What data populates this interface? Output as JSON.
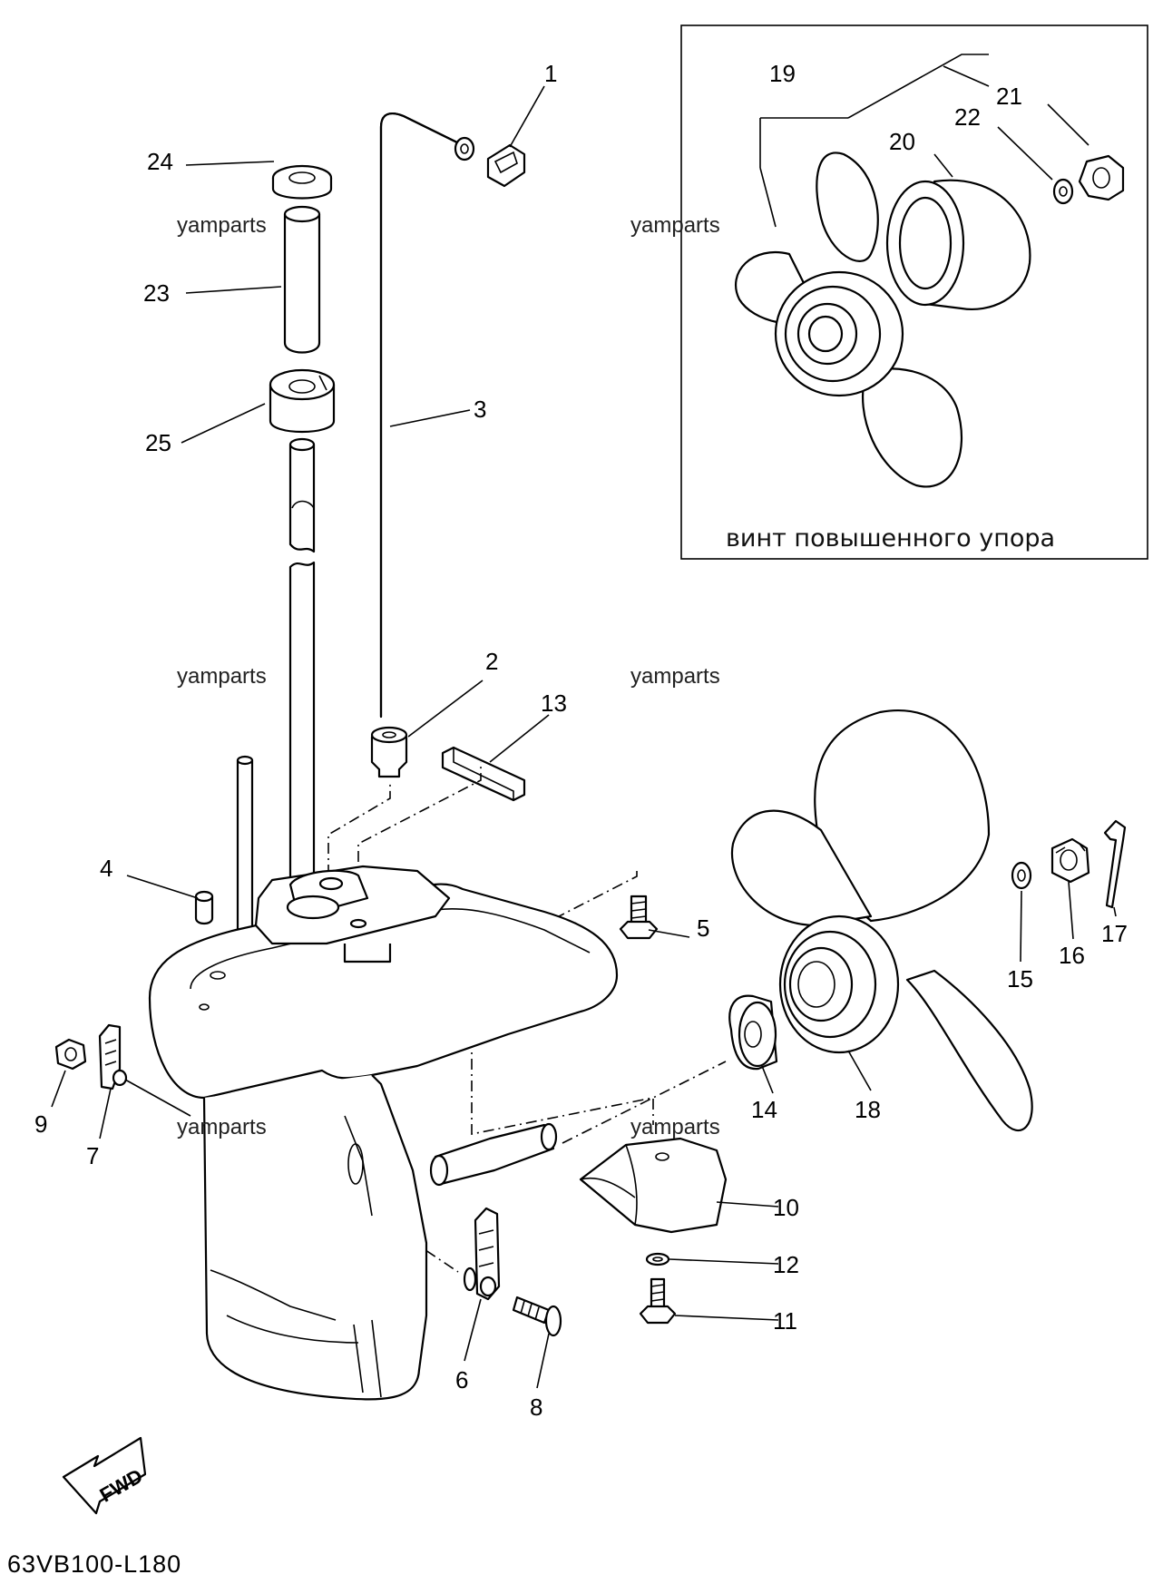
{
  "callouts": [
    {
      "num": "1"
    },
    {
      "num": "2"
    },
    {
      "num": "3"
    },
    {
      "num": "4"
    },
    {
      "num": "5"
    },
    {
      "num": "6"
    },
    {
      "num": "7"
    },
    {
      "num": "8"
    },
    {
      "num": "9"
    },
    {
      "num": "10"
    },
    {
      "num": "11"
    },
    {
      "num": "12"
    },
    {
      "num": "13"
    },
    {
      "num": "14"
    },
    {
      "num": "15"
    },
    {
      "num": "16"
    },
    {
      "num": "17"
    },
    {
      "num": "18"
    },
    {
      "num": "19"
    },
    {
      "num": "20"
    },
    {
      "num": "21"
    },
    {
      "num": "22"
    },
    {
      "num": "23"
    },
    {
      "num": "24"
    },
    {
      "num": "25"
    }
  ],
  "watermark": "yamparts",
  "inset_caption": "винт повышенного упора",
  "diagram_code": "63VB100-L180",
  "fwd_label": "FWD"
}
